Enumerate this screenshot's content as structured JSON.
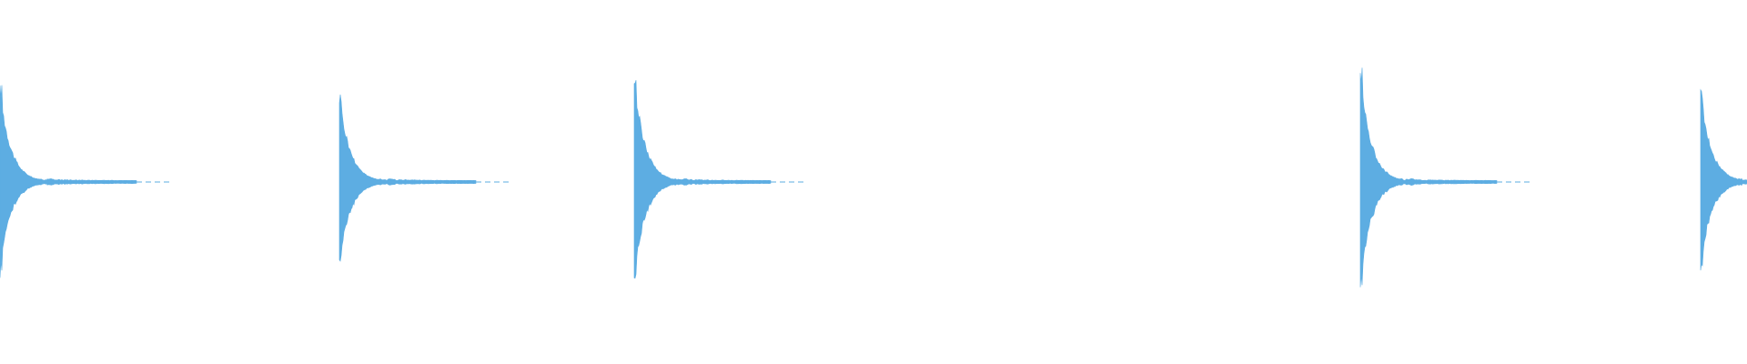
{
  "waveform": {
    "color": "#5DADE2",
    "background": "#FFFFFF",
    "hits": [
      {
        "id": "hit-1",
        "peak_amplitude": 0.83,
        "decay": "long"
      },
      {
        "id": "hit-2",
        "peak_amplitude": 0.77,
        "decay": "long"
      },
      {
        "id": "hit-3",
        "peak_amplitude": 0.92,
        "decay": "long"
      },
      {
        "id": "hit-4",
        "peak_amplitude": 0.98,
        "decay": "long"
      },
      {
        "id": "hit-5",
        "peak_amplitude": 0.8,
        "decay": "cut-off"
      }
    ]
  }
}
